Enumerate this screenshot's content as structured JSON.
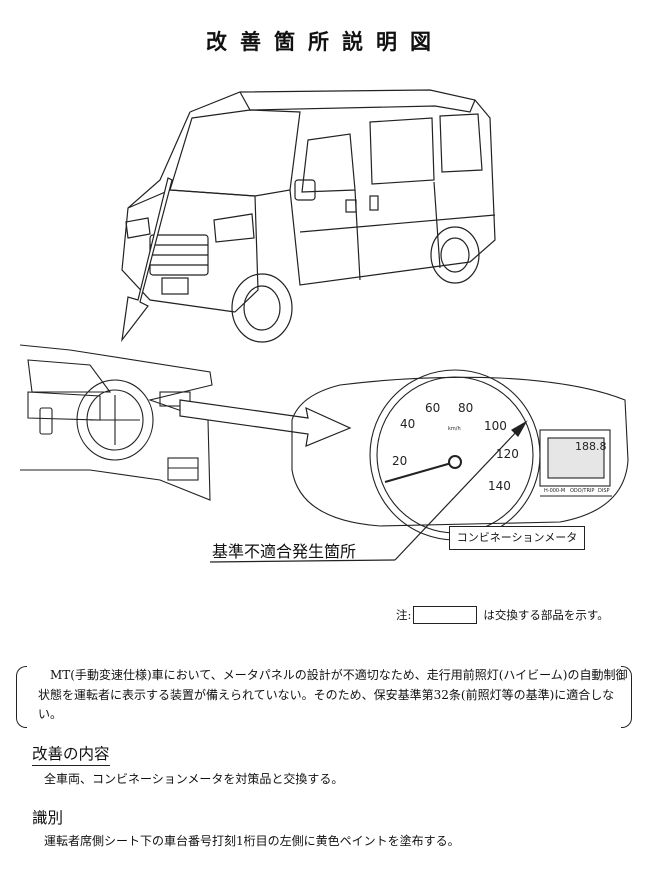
{
  "title": "改善箇所説明図",
  "callout": {
    "defect_location": "基準不適合発生箇所",
    "meter_label": "コンビネーションメータ"
  },
  "note": {
    "prefix": "注:",
    "suffix": "は交換する部品を示す。"
  },
  "defect_description": "MT(手動変速仕様)車において、メータパネルの設計が不適切なため、走行用前照灯(ハイビーム)の自動制御状態を運転者に表示する装置が備えられていない。そのため、保安基準第32条(前照灯等の基準)に適合しない。",
  "improvement": {
    "heading": "改善の内容",
    "text": "全車両、コンビネーションメータを対策品と交換する。"
  },
  "identification": {
    "heading": "識別",
    "text": "運転者席側シート下の車台番号打刻1桁目の左側に黄色ペイントを塗布する。"
  },
  "gauge": {
    "speed_ticks": [
      "20",
      "40",
      "60",
      "80",
      "100",
      "120",
      "140"
    ],
    "unit": "km/h",
    "lcd_digits": "188.8",
    "display_labels": [
      "H-000-M",
      "ODO/TRIP",
      "DISP"
    ]
  }
}
